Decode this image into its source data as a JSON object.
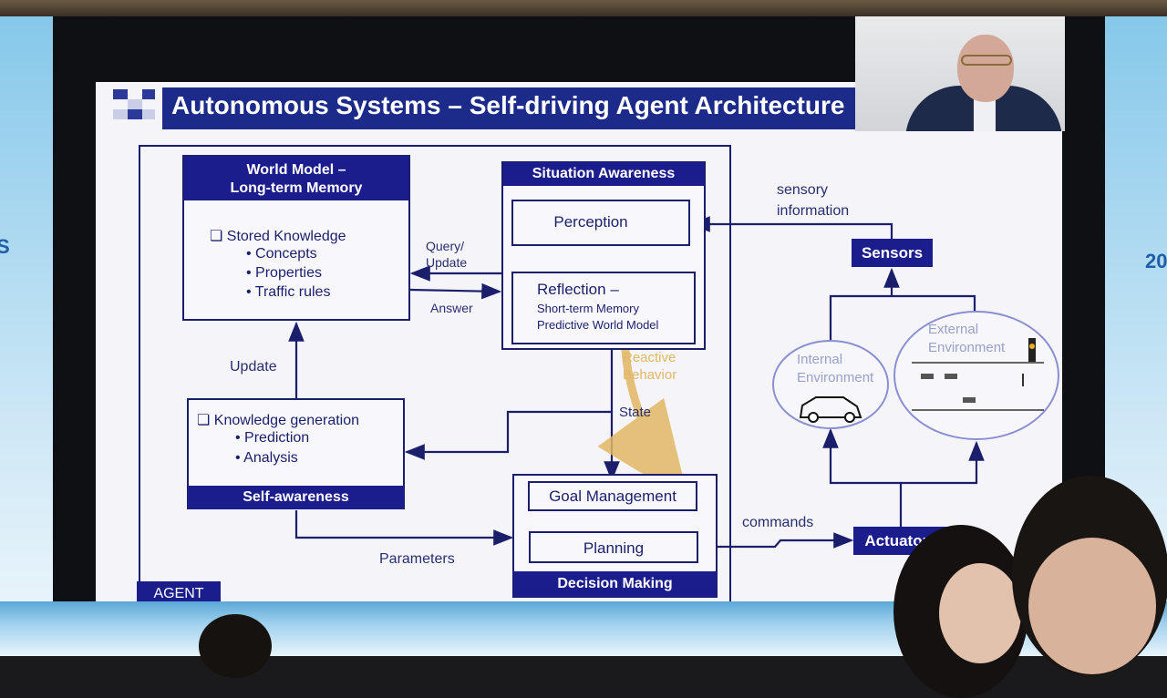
{
  "slide": {
    "title": "Autonomous Systems – Self-driving Agent Architecture",
    "agent_label": "AGENT"
  },
  "world_model": {
    "title_line1": "World Model –",
    "title_line2": "Long-term Memory",
    "heading": "❏ Stored Knowledge",
    "items": [
      "Concepts",
      "Properties",
      "Traffic rules"
    ]
  },
  "situation_awareness": {
    "title": "Situation Awareness",
    "perception": "Perception",
    "reflection_title": "Reflection –",
    "reflection_line1": "Short-term Memory",
    "reflection_line2": "Predictive World Model"
  },
  "self_awareness": {
    "title": "Self-awareness",
    "heading": "❏ Knowledge generation",
    "items": [
      "Prediction",
      "Analysis"
    ]
  },
  "decision_making": {
    "title": "Decision Making",
    "goal": "Goal Management",
    "planning": "Planning"
  },
  "labels": {
    "query_update_line1": "Query/",
    "query_update_line2": "Update",
    "answer": "Answer",
    "update": "Update",
    "state": "State",
    "parameters": "Parameters",
    "reactive_line1": "Reactive",
    "reactive_line2": "Behavior",
    "sensory_line1": "sensory",
    "sensory_line2": "information",
    "commands": "commands"
  },
  "environment": {
    "sensors": "Sensors",
    "actuators": "Actuators",
    "internal_line1": "Internal",
    "internal_line2": "Environment",
    "external_line1": "External",
    "external_line2": "Environment"
  },
  "side_marks": {
    "left": "S",
    "right": "20"
  },
  "colors": {
    "navy": "#1c1d8c",
    "line": "#1b1f6b",
    "reactive": "#e2b866",
    "slide_bg": "#f4f4f9"
  }
}
